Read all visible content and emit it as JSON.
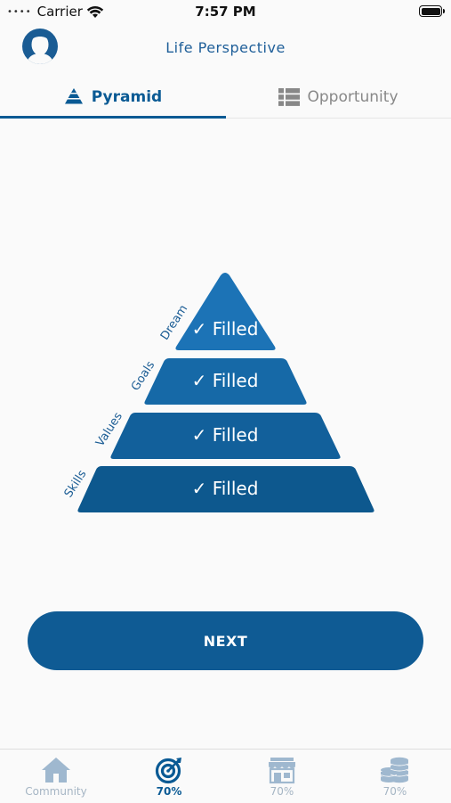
{
  "status_bar": {
    "carrier": "Carrier",
    "time": "7:57 PM"
  },
  "header": {
    "title": "Life Perspective"
  },
  "tabs": [
    {
      "label": "Pyramid",
      "icon": "pyramid-icon",
      "active": true
    },
    {
      "label": "Opportunity",
      "icon": "list-icon",
      "active": false
    }
  ],
  "pyramid": {
    "levels": [
      {
        "name": "Dream",
        "status": "Filled"
      },
      {
        "name": "Goals",
        "status": "Filled"
      },
      {
        "name": "Values",
        "status": "Filled"
      },
      {
        "name": "Skills",
        "status": "Filled"
      }
    ],
    "colors": [
      "#1c73b6",
      "#1669a7",
      "#12609b",
      "#0d588e"
    ]
  },
  "next_button": {
    "label": "NEXT"
  },
  "bottom_tabs": [
    {
      "label": "Community",
      "icon": "home-icon",
      "active": false
    },
    {
      "label": "70%",
      "icon": "target-icon",
      "active": true
    },
    {
      "label": "70%",
      "icon": "store-icon",
      "active": false
    },
    {
      "label": "70%",
      "icon": "coins-icon",
      "active": false
    }
  ],
  "colors": {
    "accent": "#0a5a94",
    "inactive_icon": "#9fb8cf",
    "inactive_label": "#a5b5c4"
  }
}
